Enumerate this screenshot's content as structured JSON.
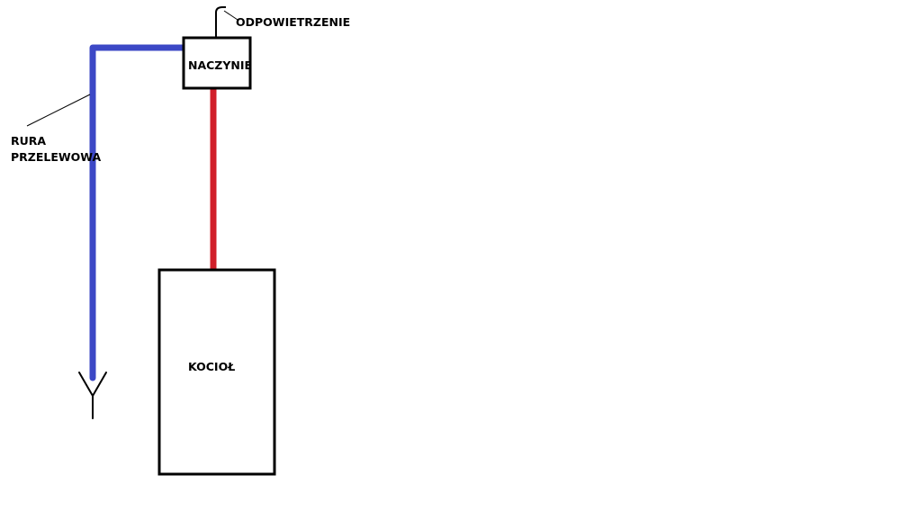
{
  "labels": {
    "vent": "ODPOWIETRZENIE",
    "vessel": "NACZYNIE",
    "boiler": "KOCIOŁ",
    "overflow_pipe_line1": "RURA",
    "overflow_pipe_line2": "PRZELEWOWA"
  },
  "colors": {
    "overflow_pipe": "#3c48c6",
    "supply_pipe": "#d11f2a",
    "outline": "#000000",
    "background": "#ffffff"
  }
}
